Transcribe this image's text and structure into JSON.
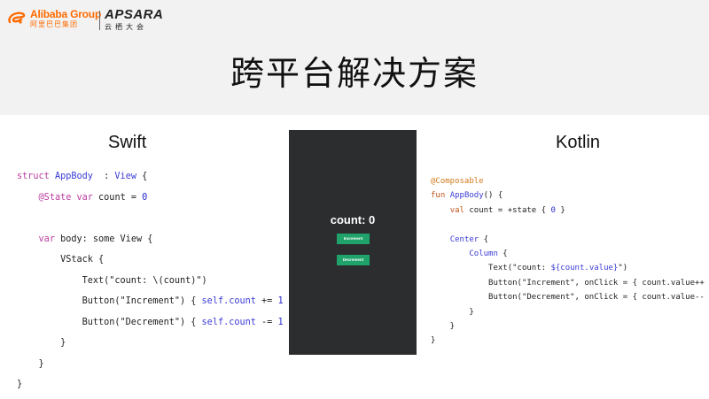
{
  "header": {
    "alibaba_brand": "Alibaba Group",
    "alibaba_brand_cn": "阿里巴巴集团",
    "apsara_brand": "APSARA",
    "apsara_brand_cn": "云栖大会",
    "title": "跨平台解决方案"
  },
  "swift": {
    "heading": "Swift",
    "lines": [
      [
        [
          "kw",
          "struct "
        ],
        [
          "ty",
          "AppBody"
        ],
        [
          "",
          "  : "
        ],
        [
          "ty",
          "View"
        ],
        [
          "",
          " {"
        ]
      ],
      [
        [
          "",
          "    "
        ],
        [
          "kw",
          "@State"
        ],
        [
          "",
          " "
        ],
        [
          "kw",
          "var"
        ],
        [
          "",
          " count = "
        ],
        [
          "num",
          "0"
        ]
      ],
      [
        [
          "",
          ""
        ]
      ],
      [
        [
          "",
          "    "
        ],
        [
          "kw",
          "var"
        ],
        [
          "",
          " body: some View {"
        ]
      ],
      [
        [
          "",
          "        VStack {"
        ]
      ],
      [
        [
          "",
          "            Text(\"count: \\(count)\")"
        ]
      ],
      [
        [
          "",
          "            Button(\"Increment\") { "
        ],
        [
          "ty",
          "self.count"
        ],
        [
          "",
          " += "
        ],
        [
          "num",
          "1"
        ],
        [
          "",
          " }"
        ]
      ],
      [
        [
          "",
          "            Button(\"Decrement\") { "
        ],
        [
          "ty",
          "self.count"
        ],
        [
          "",
          " -= "
        ],
        [
          "num",
          "1"
        ],
        [
          "",
          " }"
        ]
      ],
      [
        [
          "",
          "        }"
        ]
      ],
      [
        [
          "",
          "    }"
        ]
      ],
      [
        [
          "",
          "}"
        ]
      ]
    ]
  },
  "kotlin": {
    "heading": "Kotlin",
    "lines": [
      [
        [
          "ann",
          "@Composable"
        ]
      ],
      [
        [
          "kkw",
          "fun "
        ],
        [
          "ty",
          "AppBody"
        ],
        [
          "",
          "() {"
        ]
      ],
      [
        [
          "",
          "    "
        ],
        [
          "kkw",
          "val"
        ],
        [
          "",
          " count = +state { "
        ],
        [
          "num",
          "0"
        ],
        [
          "",
          " }"
        ]
      ],
      [
        [
          "",
          ""
        ]
      ],
      [
        [
          "",
          "    "
        ],
        [
          "ty",
          "Center"
        ],
        [
          "",
          " {"
        ]
      ],
      [
        [
          "",
          "        "
        ],
        [
          "ty",
          "Column"
        ],
        [
          "",
          " {"
        ]
      ],
      [
        [
          "",
          "            Text(\"count: "
        ],
        [
          "ty",
          "${count.value}"
        ],
        [
          "",
          "\")"
        ]
      ],
      [
        [
          "",
          "            Button(\"Increment\", onClick = { count.value++ })"
        ]
      ],
      [
        [
          "",
          "            Button(\"Decrement\", onClick = { count.value-- })"
        ]
      ],
      [
        [
          "",
          "        }"
        ]
      ],
      [
        [
          "",
          "    }"
        ]
      ],
      [
        [
          "",
          "}"
        ]
      ]
    ]
  },
  "phone": {
    "count_text": "count: 0",
    "increment_label": "Increment",
    "decrement_label": "Decrement",
    "background": "#2b2d2f",
    "button_color": "#1fa36a"
  },
  "colors": {
    "header_bg": "#f2f2f2",
    "alibaba_orange": "#ff6a00",
    "swift_keyword": "#b83c9e",
    "type_blue": "#3b3bd6",
    "kotlin_annotation": "#d07a1d",
    "kotlin_keyword": "#c0541b"
  }
}
